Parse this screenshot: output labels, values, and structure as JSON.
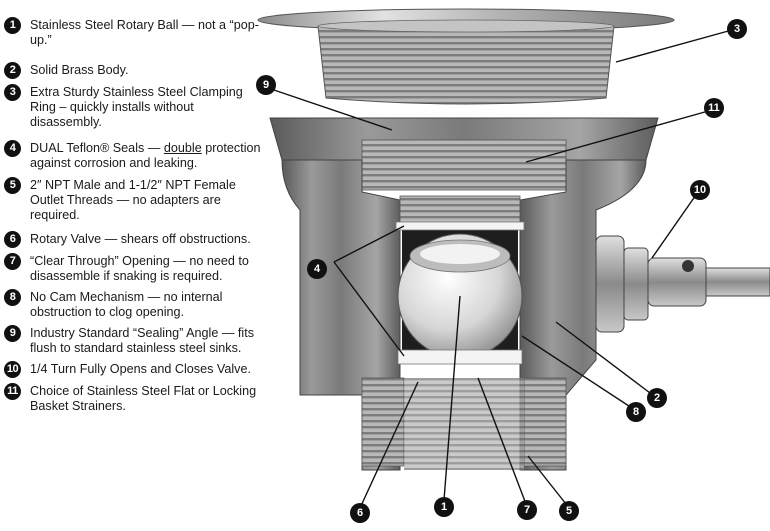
{
  "legend": [
    {
      "num": "1",
      "text": "Stainless Steel Rotary Ball — not a “pop-up.”"
    },
    {
      "num": "2",
      "text": "Solid Brass Body."
    },
    {
      "num": "3",
      "text": "Extra Sturdy Stainless Steel Clamping Ring – quickly installs without disassembly."
    },
    {
      "num": "4",
      "text_a": "DUAL Teflon® Seals — ",
      "text_u": "double",
      "text_b": " protection against corrosion and leaking."
    },
    {
      "num": "5",
      "text": "2″ NPT Male and 1-1/2″ NPT Female Outlet Threads — no adapters are required."
    },
    {
      "num": "6",
      "text": "Rotary Valve — shears off obstructions."
    },
    {
      "num": "7",
      "text": "“Clear Through” Opening — no need to disassemble if snaking is required."
    },
    {
      "num": "8",
      "text": "No Cam Mechanism — no internal obstruction to clog opening."
    },
    {
      "num": "9",
      "text": "Industry Standard “Sealing” Angle — fits flush to standard stainless steel sinks."
    },
    {
      "num": "10",
      "text": "1/4 Turn Fully Opens and Closes Valve."
    },
    {
      "num": "11",
      "text": "Choice of Stainless Steel Flat or Locking Basket Strainers."
    }
  ],
  "callouts": {
    "c3": "3",
    "c9": "9",
    "c11": "11",
    "c10": "10",
    "c4": "4",
    "c2": "2",
    "c8": "8",
    "c6": "6",
    "c1": "1",
    "c7": "7",
    "c5": "5"
  },
  "colors": {
    "steel_light": "#d9d9d9",
    "steel_mid": "#a8a8a8",
    "steel_dark": "#6e6e6e",
    "body_dark": "#555555",
    "ball": "#e6e6e6",
    "seal": "#f4f4f4",
    "badge": "#111111"
  },
  "icons": [
    "rotary-ball-valve-cutaway-illustration"
  ]
}
